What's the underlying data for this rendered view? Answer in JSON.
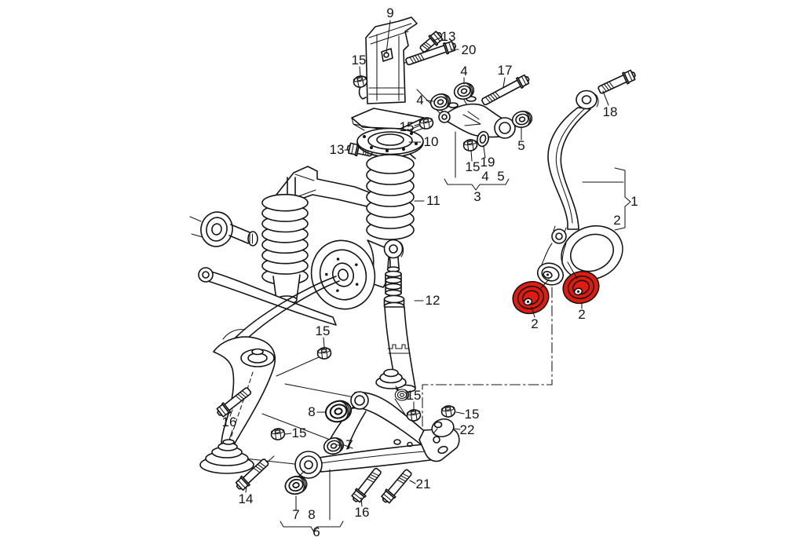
{
  "figure": {
    "kind": "exploded-parts-diagram",
    "background_color": "#ffffff",
    "line_color": "#141414",
    "highlight_color": "#e01b10",
    "highlighted_part": "2"
  },
  "part_numbers": {
    "1": "1",
    "2": "2",
    "3": "3",
    "4": "4",
    "5": "5",
    "6": "6",
    "7": "7",
    "8": "8",
    "9": "9",
    "10": "10",
    "11": "11",
    "12": "12",
    "13": "13",
    "14": "14",
    "15": "15",
    "16": "16",
    "17": "17",
    "18": "18",
    "19": "19",
    "20": "20",
    "21": "21",
    "22": "22"
  }
}
